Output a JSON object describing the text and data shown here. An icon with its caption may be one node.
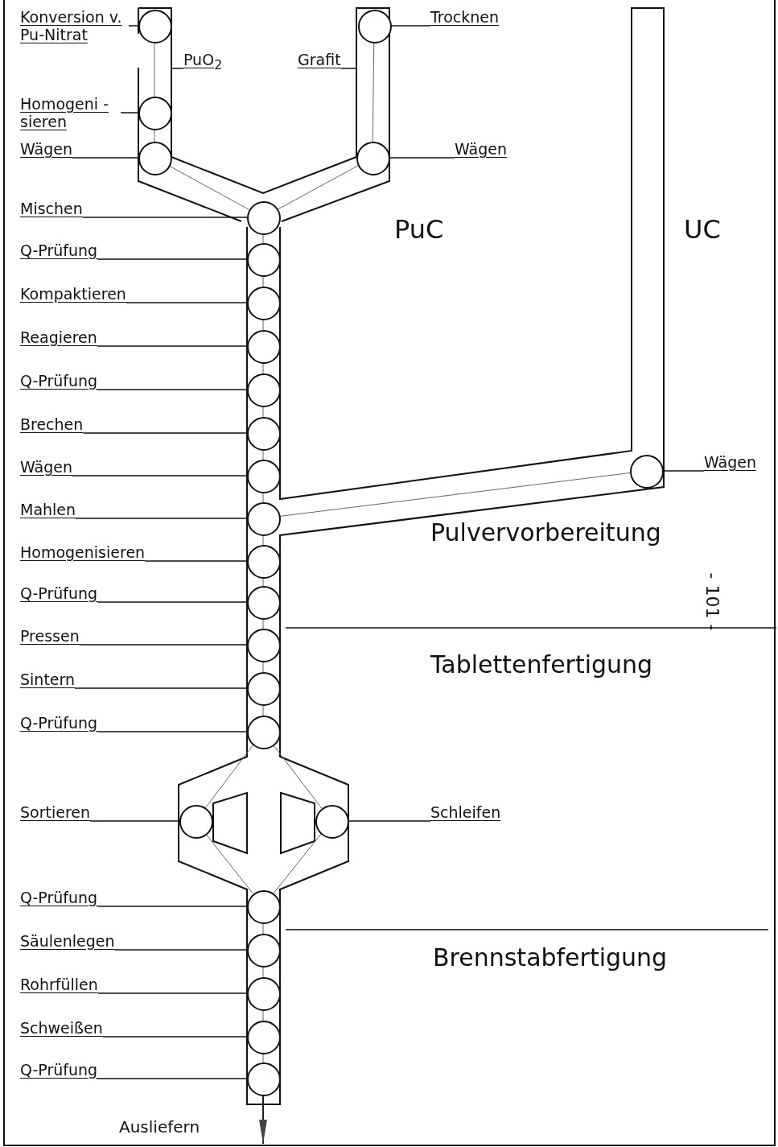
{
  "diagram": {
    "nodes": [
      {
        "text": [
          "Konversion v. Pu-Nitrat"
        ]
      },
      {
        "text": [],
        "shape": "circle"
      },
      {
        "text": [
          "Trocknen"
        ]
      },
      {
        "text": [],
        "shape": "circle"
      },
      {
        "text": [
          "PuO$_{2}$"
        ]
      },
      {
        "text": [
          "Grafit"
        ]
      },
      {
        "text": [
          "Homogeni - sieren"
        ]
      },
      {
        "text": [],
        "shape": "circle"
      },
      {
        "text": [
          "Wägen"
        ]
      },
      {
        "text": [],
        "shape": "circle"
      },
      {
        "text": [
          "Wägen"
        ]
      },
      {
        "text": [],
        "shape": "circle"
      },
      {
        "text": [
          "Mischen"
        ]
      },
      {
        "text": [],
        "shape": "circle"
      },
      {
        "text": [
          "Q-Prüfung"
        ]
      },
      {
        "text": [],
        "shape": "circle"
      },
      {
        "text": [
          "Kompaktieren"
        ]
      },
      {
        "text": [],
        "shape": "circle"
      },
      {
        "text": [
          "Reagieren"
        ]
      },
      {
        "text": [],
        "shape": "circle"
      },
      {
        "text": [
          "Q-Prüfung"
        ]
      },
      {
        "text": [],
        "shape": "circle"
      },
      {
        "text": [
          "Brechen"
        ]
      },
      {
        "text": [],
        "shape": "circle"
      },
      {
        "text": [
          "Wägen"
        ]
      },
      {
        "text": [],
        "shape": "circle"
      },
      {
        "text": [
          "Wägen"
        ]
      },
      {
        "text": [],
        "shape": "circle"
      },
      {
        "text": [
          "Mahlen"
        ]
      },
      {
        "text": [],
        "shape": "circle"
      },
      {
        "text": [
          "Homogenisieren"
        ]
      },
      {
        "text": [],
        "shape": "circle"
      },
      {
        "text": [
          "Q-Prüfung"
        ]
      },
      {
        "text": [],
        "shape": "circle"
      },
      {
        "text": [
          "Pressen"
        ]
      },
      {
        "text": [],
        "shape": "circle"
      },
      {
        "text": [
          "Sintern"
        ]
      },
      {
        "text": [],
        "shape": "circle"
      },
      {
        "text": [
          "Q-Prüfung"
        ]
      },
      {
        "text": [],
        "shape": "circle"
      },
      {
        "text": [
          "Sortieren"
        ]
      },
      {
        "text": [],
        "shape": "circle"
      },
      {
        "text": [
          "Schleifen"
        ]
      },
      {
        "text": [],
        "shape": "circle"
      },
      {
        "text": [
          "Q-Prüfung"
        ]
      },
      {
        "text": [],
        "shape": "circle"
      },
      {
        "text": [
          "Säulenlegen"
        ]
      },
      {
        "text": [],
        "shape": "circle"
      },
      {
        "text": [
          "Rohrfüllen"
        ]
      },
      {
        "text": [],
        "shape": "circle"
      },
      {
        "text": [
          "Schweißen"
        ]
      },
      {
        "text": [],
        "shape": "circle"
      },
      {
        "text": [
          "Q-Prüfung"
        ]
      },
      {
        "text": [],
        "shape": "circle"
      }
    ],
    "edges": [
      {
        "from": 0,
        "to": 1,
        "arrow": "none"
      },
      {
        "from": 2,
        "to": 3,
        "arrow": "none"
      },
      {
        "from": 4,
        "to": null,
        "arrow": "none"
      },
      {
        "from": 5,
        "to": null,
        "arrow": "none"
      },
      {
        "from": 6,
        "to": 7,
        "arrow": "none"
      },
      {
        "from": 8,
        "to": 9,
        "arrow": "none"
      },
      {
        "from": 10,
        "to": 11,
        "arrow": "none"
      },
      {
        "from": 12,
        "to": 13,
        "arrow": "none"
      },
      {
        "from": 14,
        "to": 15,
        "arrow": "none"
      },
      {
        "from": 16,
        "to": 17,
        "arrow": "none"
      },
      {
        "from": 18,
        "to": 19,
        "arrow": "none"
      },
      {
        "from": 20,
        "to": 21,
        "arrow": "none"
      },
      {
        "from": 22,
        "to": 23,
        "arrow": "none"
      },
      {
        "from": 24,
        "to": 25,
        "arrow": "none"
      },
      {
        "from": 26,
        "to": 27,
        "arrow": "none"
      },
      {
        "from": 28,
        "to": 29,
        "arrow": "none"
      },
      {
        "from": 30,
        "to": 31,
        "arrow": "none"
      },
      {
        "from": 32,
        "to": 33,
        "arrow": "none"
      },
      {
        "from": 34,
        "to": 35,
        "arrow": "none"
      },
      {
        "from": 36,
        "to": 37,
        "arrow": "none"
      },
      {
        "from": 38,
        "to": 39,
        "arrow": "none"
      },
      {
        "from": 40,
        "to": 41,
        "arrow": "none"
      },
      {
        "from": 42,
        "to": 43,
        "arrow": "none"
      },
      {
        "from": 44,
        "to": 45,
        "arrow": "none"
      },
      {
        "from": 46,
        "to": 47,
        "arrow": "none"
      },
      {
        "from": 48,
        "to": 49,
        "arrow": "none"
      },
      {
        "from": 50,
        "to": 51,
        "arrow": "none"
      },
      {
        "from": 52,
        "to": 53,
        "arrow": "none"
      },
      {
        "from": 1,
        "to": 7,
        "arrow": "none"
      },
      {
        "from": 7,
        "to": 9,
        "arrow": "none"
      },
      {
        "from": 9,
        "to": 13,
        "arrow": "none"
      },
      {
        "from": 3,
        "to": 11,
        "arrow": "none"
      },
      {
        "from": 11,
        "to": 13,
        "arrow": "none"
      },
      {
        "from": 13,
        "to": 15,
        "arrow": "none"
      },
      {
        "from": 15,
        "to": 17,
        "arrow": "none"
      },
      {
        "from": 17,
        "to": 19,
        "arrow": "none"
      },
      {
        "from": 19,
        "to": 21,
        "arrow": "none"
      },
      {
        "from": 21,
        "to": 23,
        "arrow": "none"
      },
      {
        "from": 23,
        "to": 25,
        "arrow": "none"
      },
      {
        "from": 25,
        "to": 29,
        "arrow": "none"
      },
      {
        "from": 27,
        "to": 29,
        "arrow": "none"
      },
      {
        "from": 29,
        "to": 31,
        "arrow": "none"
      },
      {
        "from": 31,
        "to": 33,
        "arrow": "none"
      },
      {
        "from": 33,
        "to": 35,
        "arrow": "none"
      },
      {
        "from": 35,
        "to": 37,
        "arrow": "none"
      },
      {
        "from": 37,
        "to": 39,
        "arrow": "none"
      },
      {
        "from": 39,
        "to": 41,
        "arrow": "none"
      },
      {
        "from": 39,
        "to": 43,
        "arrow": "none"
      },
      {
        "from": 41,
        "to": 45,
        "arrow": "none"
      },
      {
        "from": 43,
        "to": 45,
        "arrow": "none"
      },
      {
        "from": 45,
        "to": 47,
        "arrow": "none"
      },
      {
        "from": 47,
        "to": 49,
        "arrow": "none"
      },
      {
        "from": 49,
        "to": 51,
        "arrow": "none"
      },
      {
        "from": 51,
        "to": 53,
        "arrow": "none"
      },
      {
        "from": 53,
        "to": null,
        "arrow": "to"
      }
    ],
    "labels": [
      "PuC",
      "UC",
      "Pulvervorbereitung",
      "- 101 -",
      "Tablettenfertigung",
      "Brennstabfertigung",
      "Ausliefern"
    ]
  }
}
